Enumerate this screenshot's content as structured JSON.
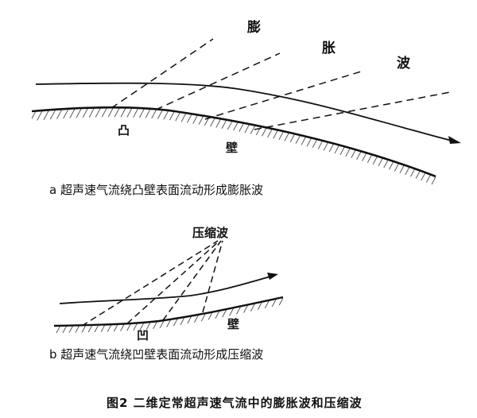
{
  "diagram_a": {
    "wave_char_1": "膨",
    "wave_char_2": "胀",
    "wave_char_3": "波",
    "convex_label": "凸",
    "wall_label": "壁",
    "caption": "a 超声速气流绕凸壁表面流动形成膨胀波"
  },
  "diagram_b": {
    "wave_label": "压缩波",
    "concave_label": "凹",
    "wall_label": "壁",
    "caption": "b 超声速气流绕凹壁表面流动形成压缩波"
  },
  "figure_caption": "图2  二维定常超声速气流中的膨胀波和压缩波"
}
